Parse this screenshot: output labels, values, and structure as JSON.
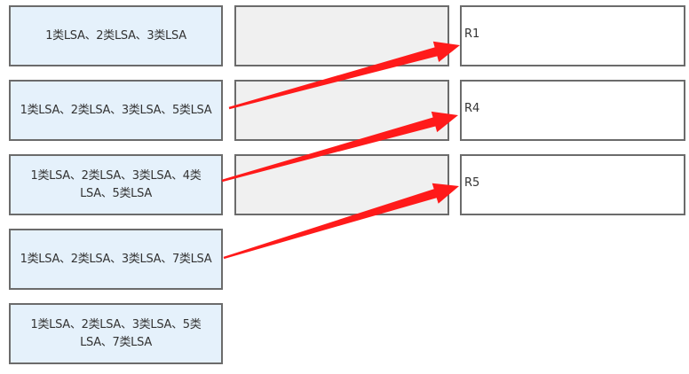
{
  "options": [
    {
      "label": "1类LSA、2类LSA、3类LSA"
    },
    {
      "label": "1类LSA、2类LSA、3类LSA、5类LSA"
    },
    {
      "label": "1类LSA、2类LSA、3类LSA、4类LSA、5类LSA"
    },
    {
      "label": "1类LSA、2类LSA、3类LSA、7类LSA"
    },
    {
      "label": "1类LSA、2类LSA、3类LSA、5类LSA、7类LSA"
    }
  ],
  "slots": [
    {
      "value": ""
    },
    {
      "value": ""
    },
    {
      "value": ""
    }
  ],
  "routers": [
    {
      "label": "R1"
    },
    {
      "label": "R4"
    },
    {
      "label": "R5"
    }
  ],
  "connections": [
    {
      "from_option": 2,
      "to_router": "R1"
    },
    {
      "from_option": 3,
      "to_router": "R4"
    },
    {
      "from_option": 4,
      "to_router": "R5"
    }
  ],
  "colors": {
    "arrow": "#ff1a1a",
    "option_fill": "#e5f1fb",
    "slot_fill": "#f0f0f0",
    "border": "#6b6b6b"
  }
}
